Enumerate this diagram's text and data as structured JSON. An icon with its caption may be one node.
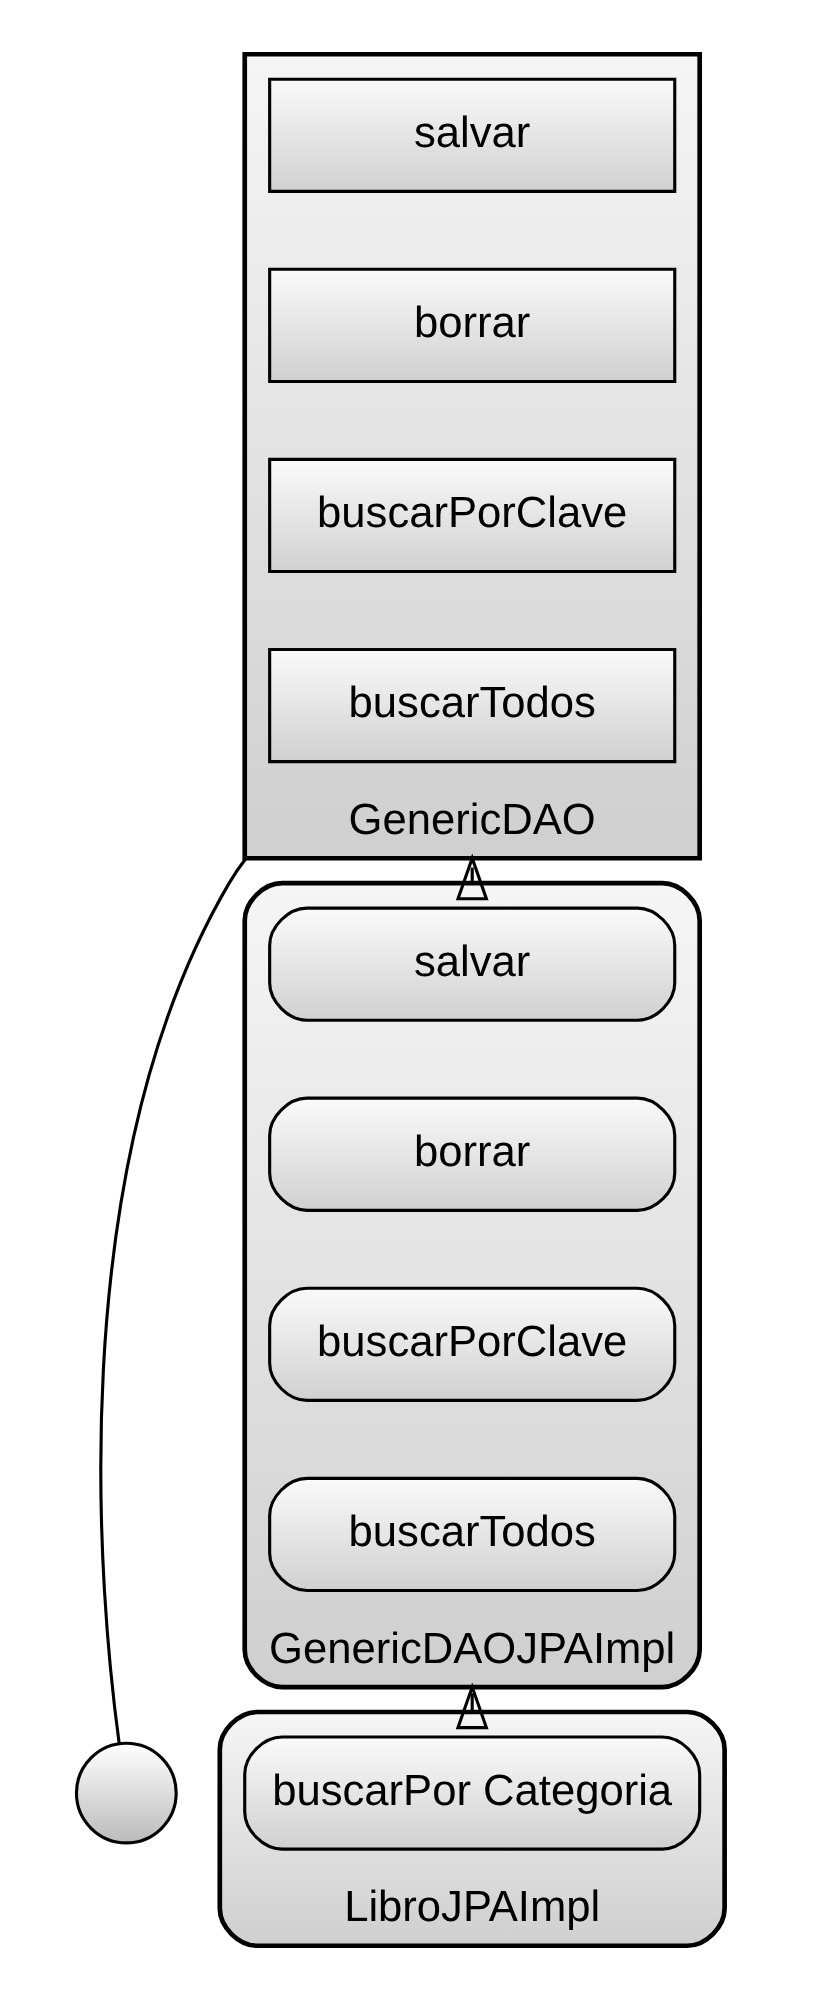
{
  "diagram": {
    "nodes": [
      {
        "text": [],
        "shape": "circle"
      },
      {
        "text": [
          "GenericDAO"
        ]
      },
      {
        "text": [
          "salvar"
        ],
        "in": 1
      },
      {
        "text": [
          "borrar"
        ],
        "in": 1
      },
      {
        "text": [
          "buscarPorClave"
        ],
        "in": 1
      },
      {
        "text": [
          "buscarTodos"
        ],
        "in": 1
      },
      {
        "text": [
          "GenericDAOJPAImpl"
        ]
      },
      {
        "text": [
          "salvar"
        ],
        "in": 6
      },
      {
        "text": [
          "borrar"
        ],
        "in": 6
      },
      {
        "text": [
          "buscarPorClave"
        ],
        "in": 6
      },
      {
        "text": [
          "buscarTodos"
        ],
        "in": 6
      },
      {
        "text": [
          "LibroJPAImpl"
        ]
      },
      {
        "text": [
          "buscarPor Categoria"
        ],
        "in": 11
      }
    ],
    "edges": [
      {
        "from": 0,
        "to": 1,
        "arrow": "none"
      },
      {
        "from": 6,
        "to": 1,
        "arrow": "to",
        "style": "dashed"
      },
      {
        "from": 11,
        "to": 6,
        "arrow": "to"
      }
    ]
  }
}
